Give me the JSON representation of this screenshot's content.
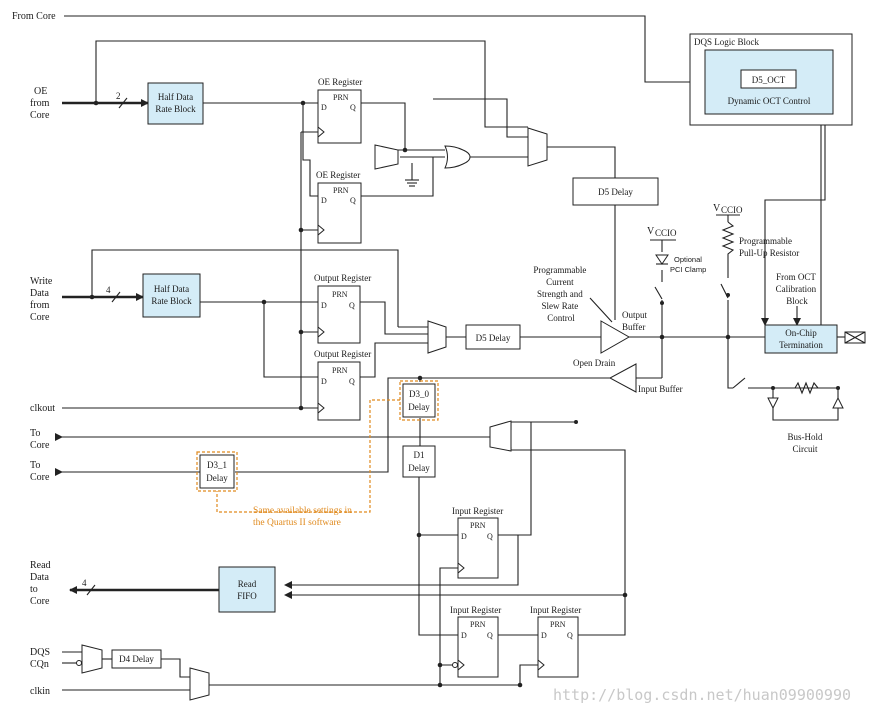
{
  "labels": {
    "from_core": "From Core",
    "dqs_logic_block": "DQS Logic Block",
    "d5_oct": "D5_OCT",
    "dynamic_oct_control": "Dynamic OCT Control",
    "oe_from_core": [
      "OE",
      "from",
      "Core"
    ],
    "oe_bus_width": "2",
    "half_data_rate_block": [
      "Half Data",
      "Rate Block"
    ],
    "oe_register": "OE Register",
    "prn": "PRN",
    "d": "D",
    "q": "Q",
    "d5_delay": "D5 Delay",
    "vccio": "CCIO",
    "vccio_v": "V",
    "optional_pci_clamp": [
      "Optional",
      "PCI Clamp"
    ],
    "programmable_pullup": [
      "Programmable",
      "Pull-Up Resistor"
    ],
    "write_data_from_core": [
      "Write",
      "Data",
      "from",
      "Core"
    ],
    "write_bus_width": "4",
    "output_register": "Output Register",
    "programmable_current": [
      "Programmable",
      "Current",
      "Strength and",
      "Slew Rate",
      "Control"
    ],
    "output_buffer": [
      "Output",
      "Buffer"
    ],
    "from_oct_calibration": [
      "From OCT",
      "Calibration",
      "Block"
    ],
    "on_chip_termination": [
      "On-Chip",
      "Termination"
    ],
    "open_drain": "Open Drain",
    "input_buffer": "Input Buffer",
    "clkout": "clkout",
    "d3_0_delay": [
      "D3_0",
      "Delay"
    ],
    "bus_hold_circuit": [
      "Bus-Hold",
      "Circuit"
    ],
    "to_core": [
      "To",
      "Core"
    ],
    "d1_delay": [
      "D1",
      "Delay"
    ],
    "d3_1_delay": [
      "D3_1",
      "Delay"
    ],
    "same_settings_note": [
      "Same available settings in",
      "the Quartus II software"
    ],
    "input_register": "Input Register",
    "read_data_to_core": [
      "Read",
      "Data",
      "to",
      "Core"
    ],
    "read_bus_width": "4",
    "read_fifo": [
      "Read",
      "FIFO"
    ],
    "dqs": "DQS",
    "cqn": "CQn",
    "d4_delay": "D4 Delay",
    "clkin": "clkin",
    "watermark": "http://blog.csdn.net/huan09900990"
  },
  "colors": {
    "block_fill": "#d4ecf7",
    "note_color": "#e08a1e",
    "line_color": "#222222"
  }
}
